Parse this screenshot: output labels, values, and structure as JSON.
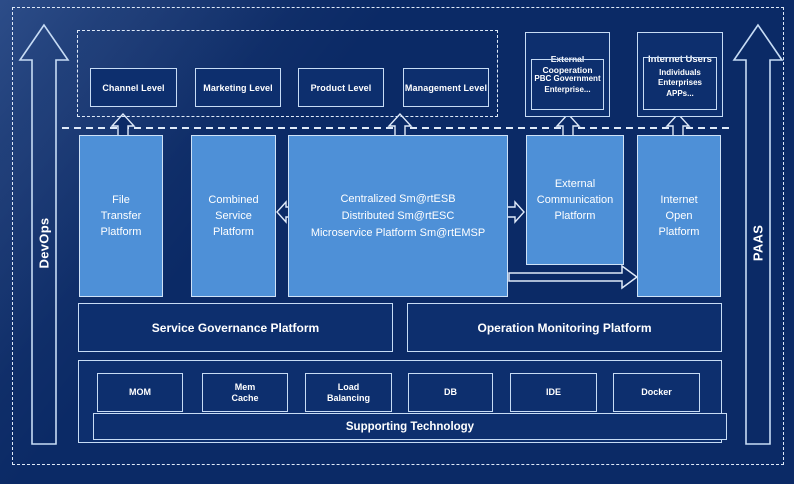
{
  "diagram": {
    "side_rails": {
      "devops_label": "DevOps",
      "paas_label": "PAAS"
    },
    "levels": {
      "items": [
        "Channel Level",
        "Marketing Level",
        "Product Level",
        "Management Level"
      ]
    },
    "external_cooperation": {
      "title": "External\nCooperation",
      "inner": "PBC Government\nEnterprise..."
    },
    "internet_users": {
      "title": "Internet Users",
      "inner": "Individuals\nEnterprises\nAPPs..."
    },
    "platforms": {
      "file_transfer": "File\nTransfer\nPlatform",
      "combined_service": "Combined\nService\nPlatform",
      "esb": "Centralized Sm@rtESB\nDistributed Sm@rtESC\nMicroservice Platform Sm@rtEMSP",
      "external_communication": "External\nCommunication\nPlatform",
      "internet_open": "Internet\nOpen\nPlatform"
    },
    "governance_row": {
      "service_governance": "Service Governance Platform",
      "operation_monitoring": "Operation Monitoring Platform"
    },
    "supporting": {
      "items": [
        "MOM",
        "Mem\nCache",
        "Load\nBalancing",
        "DB",
        "IDE",
        "Docker"
      ],
      "bar_label": "Supporting Technology"
    },
    "colors": {
      "background": "#0b2a66",
      "panel_fill": "#0d2f6e",
      "platform_fill": "#4e90d7",
      "border_light": "#c7dcf5",
      "dashed_light": "#dfeaf9",
      "text": "#ffffff"
    }
  }
}
